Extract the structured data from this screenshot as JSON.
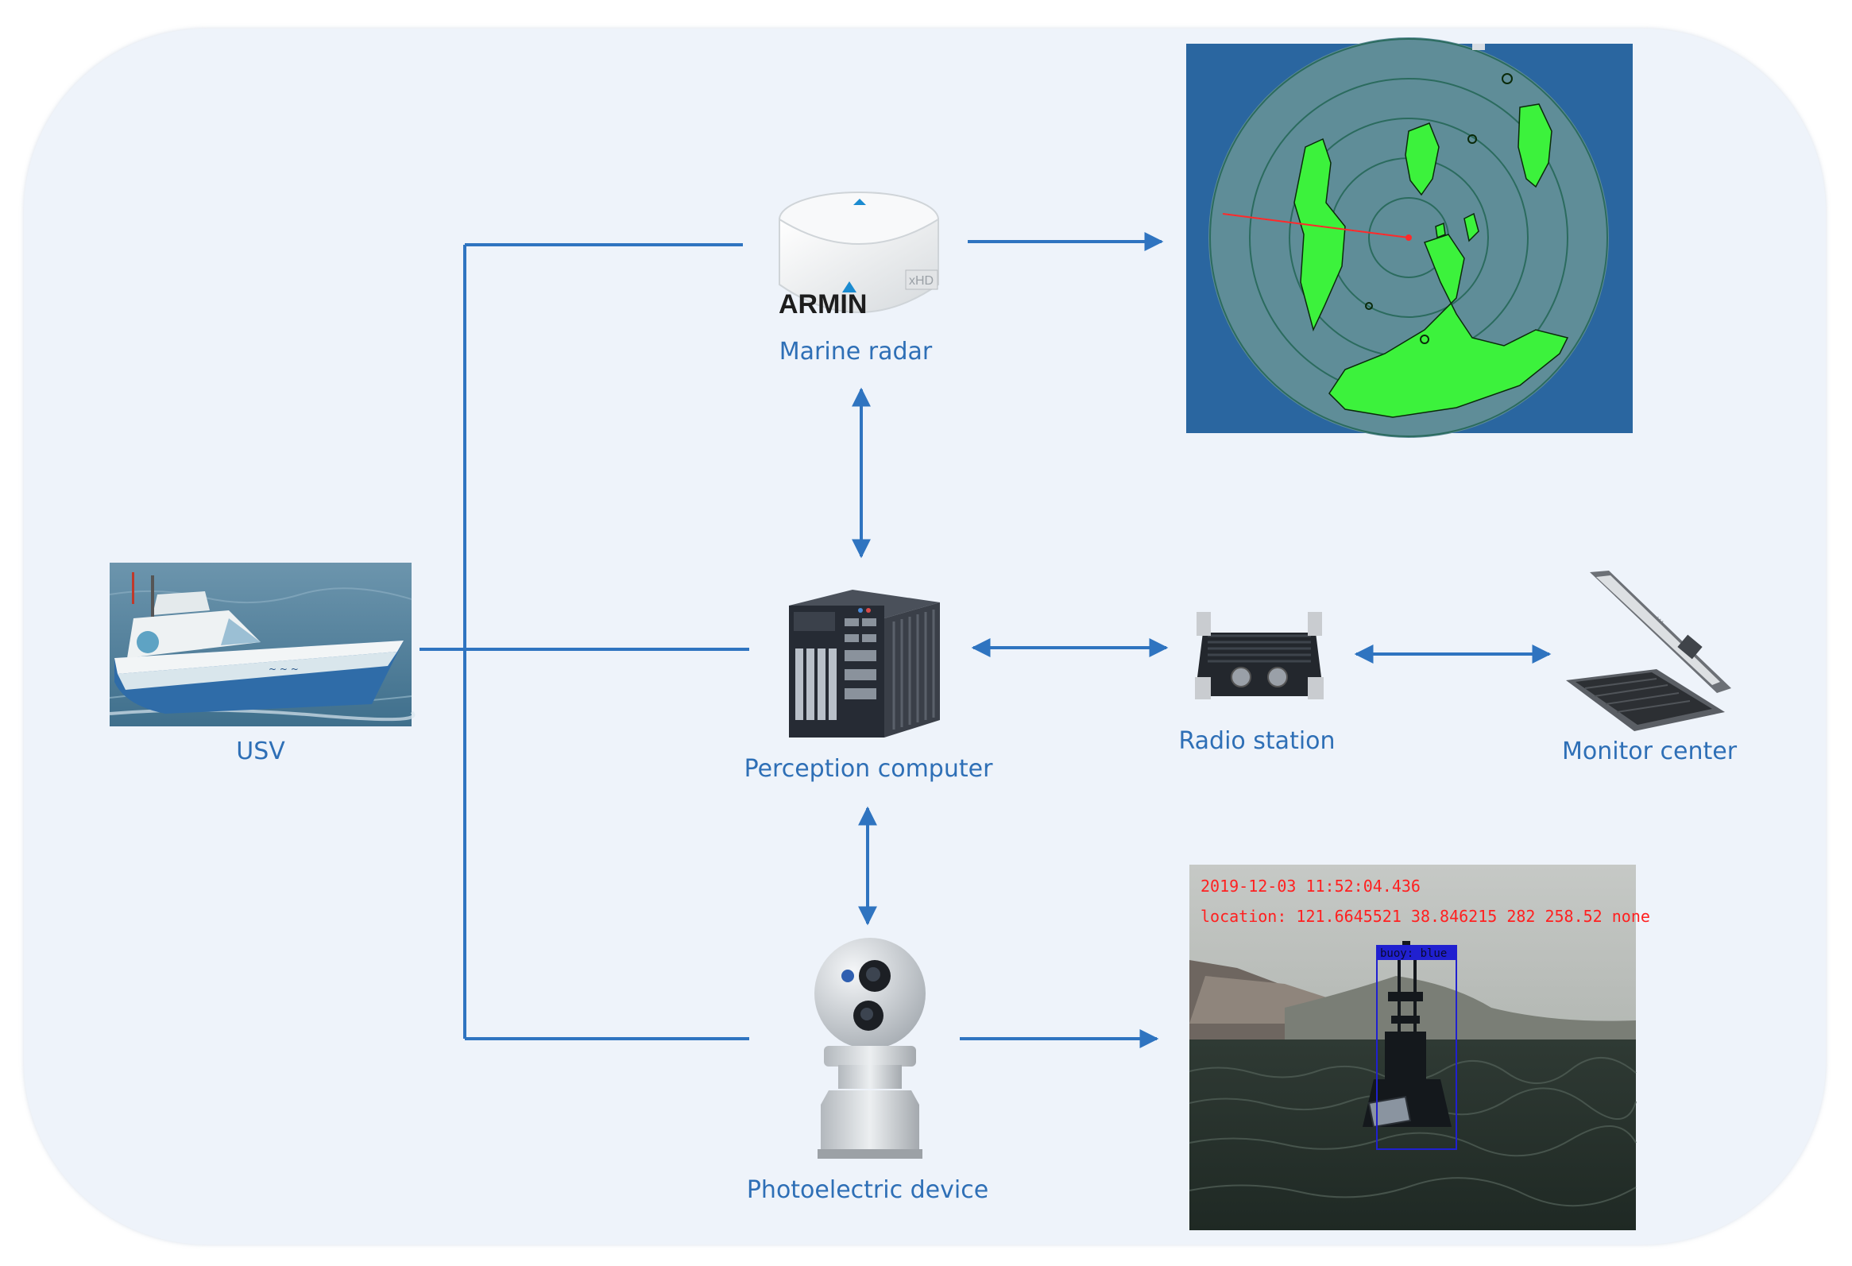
{
  "labels": {
    "usv": "USV",
    "radar": "Marine radar",
    "computer": "Perception computer",
    "radio": "Radio station",
    "monitor": "Monitor center",
    "photo": "Photoelectric device"
  },
  "radar_device": {
    "brand": "ARMIN",
    "badge": "xHD"
  },
  "camera_overlay": {
    "timestamp": "2019-12-03 11:52:04.436",
    "location": "location: 121.6645521 38.846215 282 258.52 none",
    "detection_label": "buoy: blue"
  },
  "colors": {
    "panel": "#eef3fa",
    "connector": "#2f74c0",
    "label": "#2e6fb6",
    "radar_bg": "#2a66a0",
    "radar_disc": "#5f8d98",
    "radar_land": "#3cf23c",
    "overlay_text": "#ff2020",
    "detection_box": "#2020d0"
  }
}
